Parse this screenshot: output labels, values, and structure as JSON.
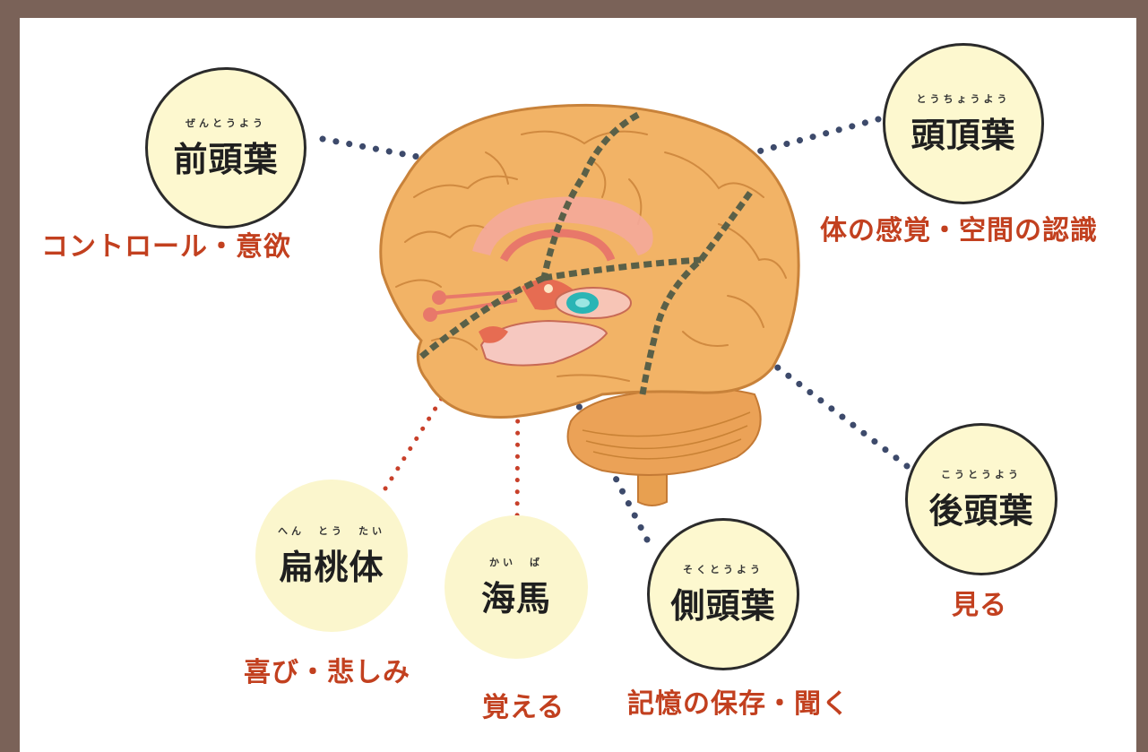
{
  "regions": {
    "frontal": {
      "ruby": "ぜんとうよう",
      "name": "前頭葉",
      "caption": "コントロール・意欲"
    },
    "parietal": {
      "ruby": "とうちょうよう",
      "name": "頭頂葉",
      "caption": "体の感覚・空間の認識"
    },
    "occipital": {
      "ruby": "こうとうよう",
      "name": "後頭葉",
      "caption": "見る"
    },
    "temporal": {
      "ruby": "そくとうよう",
      "name": "側頭葉",
      "caption": "記憶の保存・聞く"
    },
    "hippocampus": {
      "ruby": "かい　ば",
      "name": "海馬",
      "caption": "覚える"
    },
    "amygdala": {
      "ruby": "へん　とう　たい",
      "name": "扁桃体",
      "caption": "喜び・悲しみ"
    }
  },
  "colors": {
    "lobe_dots": "#3d4a6b",
    "limbic_dots": "#c8402a",
    "caption": "#c2401f",
    "bubble_fill": "#fdf8cf",
    "brain": "#f2b366"
  }
}
